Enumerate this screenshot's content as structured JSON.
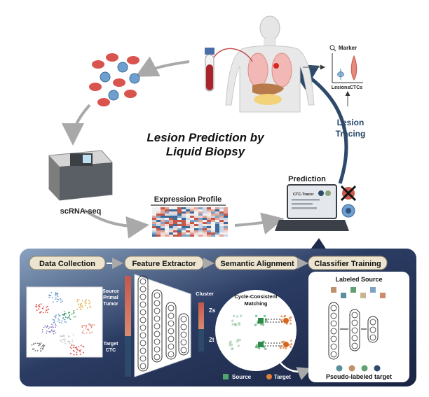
{
  "title_line1": "Lesion Prediction by",
  "title_line2": "Liquid Biopsy",
  "labels": {
    "scrna": "scRNA-seq",
    "expression_profile": "Expression Profile",
    "prediction": "Prediction",
    "ctc_tracer": "CTC-Tracer",
    "lesion": "Lesion",
    "tracing": "Tracing",
    "marker": "Marker",
    "lesions": "Lesions",
    "ctcs": "CTCs"
  },
  "pipeline": {
    "steps": [
      "Data Collection",
      "Feature Extractor",
      "Semantic Alignment",
      "Classifier Training"
    ],
    "source_label": [
      "Source",
      "Primal",
      "Tumor"
    ],
    "target_label": [
      "Target",
      "CTC"
    ],
    "cluster": "Cluster",
    "zs": "Zs",
    "zt": "Zt",
    "cycle_title": [
      "Cycle-Consistent",
      "Matching"
    ],
    "legend_source": "Source",
    "legend_target": "Target",
    "labeled_source": "Labeled Source",
    "pseudo_labeled": "Pseudo-labeled target"
  },
  "colors": {
    "panel_dark": "#1f2b4a",
    "step_fill": "#ece4cf",
    "accent_blue": "#2e4a6b",
    "source_green": "#4fa66a",
    "target_orange": "#e07f3a",
    "red_bar": "#c4574a"
  }
}
